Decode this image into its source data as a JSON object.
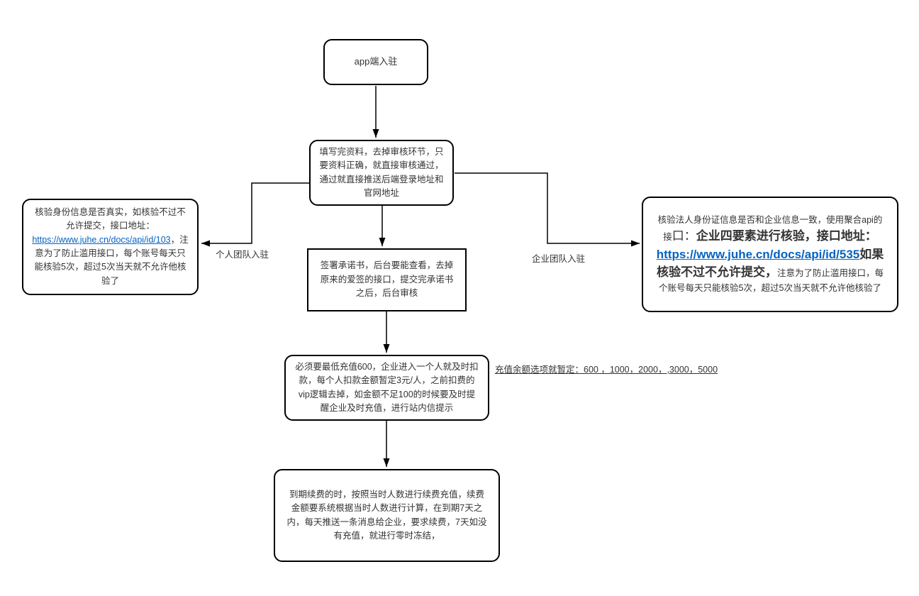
{
  "diagram": {
    "nodes": {
      "start": {
        "label": "app端入驻"
      },
      "fill_info": {
        "label": "填写完资料，去掉审核环节，只要资料正确，就直接审核通过，通过就直接推送后端登录地址和官网地址"
      },
      "personal_verify": {
        "text_before": "核验身份信息是否真实，如核验不过不允许提交，接口地址：",
        "link": "https://www.juhe.cn/docs/api/id/103",
        "text_after": "，注意为了防止滥用接口，每个账号每天只能核验5次，超过5次当天就不允许他核验了"
      },
      "enterprise_verify": {
        "text_intro": "核验法人身份证信息是否和企业信息一致，使用聚合api的接",
        "text_kou": "口：",
        "text_bold_before": "企业四要素进行核验，接口地址：",
        "link": "https://www.juhe.cn/docs/api/id/535",
        "text_bold_after": "如果核验不过不允许提交，",
        "text_note": "注意为了防止滥用接口，每个账号每天只能核验5次，超过5次当天就不允许他核验了"
      },
      "sign_commitment": {
        "label": "签署承诺书，后台要能查看，去掉原来的爱签的接口，提交完承诺书之后，后台审核"
      },
      "recharge": {
        "label": "必须要最低充值600，企业进入一个人就及时扣款，每个人扣款金额暂定3元/人，之前扣费的vip逻辑去掉，如金额不足100的时候要及时提醒企业及时充值，进行站内信提示"
      },
      "renewal": {
        "label": "到期续费的时，按照当时人数进行续费充值，续费金额要系统根据当时人数进行计算，在到期7天之内，每天推送一条消息给企业，要求续费，7天如没有充值，就进行零时冻结，"
      }
    },
    "edge_labels": {
      "personal": "个人团队入驻",
      "enterprise": "企业团队入驻"
    },
    "annotation": "充值余额选项就暂定：600  ，1000，2000，,3000，5000",
    "colors": {
      "link": "#0563C1",
      "line": "#000000",
      "text": "#333333"
    }
  }
}
